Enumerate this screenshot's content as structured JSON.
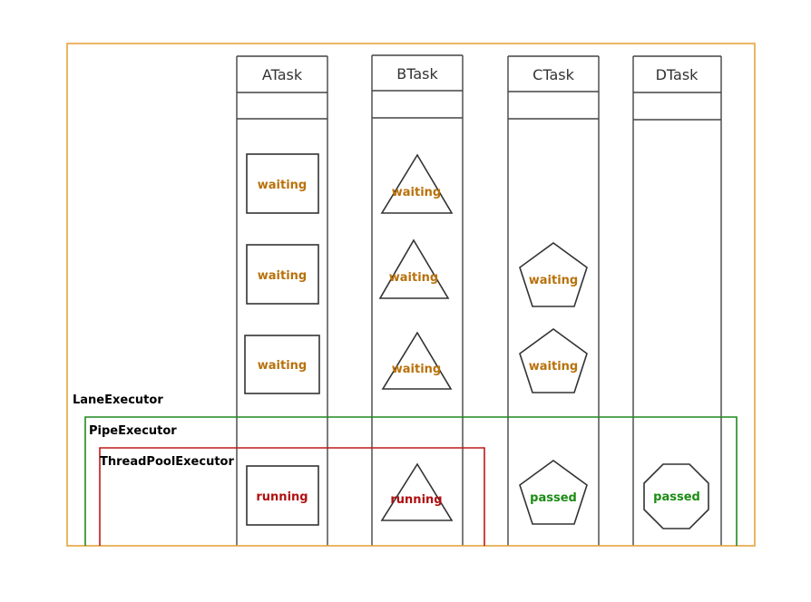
{
  "colors": {
    "lane_executor": "#e8a33c",
    "pipe_executor": "#1f8a1f",
    "threadpool_executor": "#c01818",
    "waiting": "#b8720c",
    "running": "#b01010",
    "passed": "#1c8c14",
    "lane_stroke": "#444444"
  },
  "executors": {
    "lane": "LaneExecutor",
    "pipe": "PipeExecutor",
    "threadpool": "ThreadPoolExecutor"
  },
  "lanes": [
    {
      "title": "ATask",
      "tasks": [
        {
          "shape": "square",
          "label": "waiting",
          "status": "waiting"
        },
        {
          "shape": "square",
          "label": "waiting",
          "status": "waiting"
        },
        {
          "shape": "square",
          "label": "waiting",
          "status": "waiting"
        },
        {
          "shape": "square",
          "label": "running",
          "status": "running"
        }
      ]
    },
    {
      "title": "BTask",
      "tasks": [
        {
          "shape": "triangle",
          "label": "waiting",
          "status": "waiting"
        },
        {
          "shape": "triangle",
          "label": "waiting",
          "status": "waiting"
        },
        {
          "shape": "triangle",
          "label": "waiting",
          "status": "waiting"
        },
        {
          "shape": "triangle",
          "label": "running",
          "status": "running"
        }
      ]
    },
    {
      "title": "CTask",
      "tasks": [
        {
          "shape": "pentagon",
          "label": "waiting",
          "status": "waiting"
        },
        {
          "shape": "pentagon",
          "label": "waiting",
          "status": "waiting"
        },
        {
          "shape": "pentagon",
          "label": "passed",
          "status": "passed"
        }
      ]
    },
    {
      "title": "DTask",
      "tasks": [
        {
          "shape": "octagon",
          "label": "passed",
          "status": "passed"
        }
      ]
    }
  ]
}
